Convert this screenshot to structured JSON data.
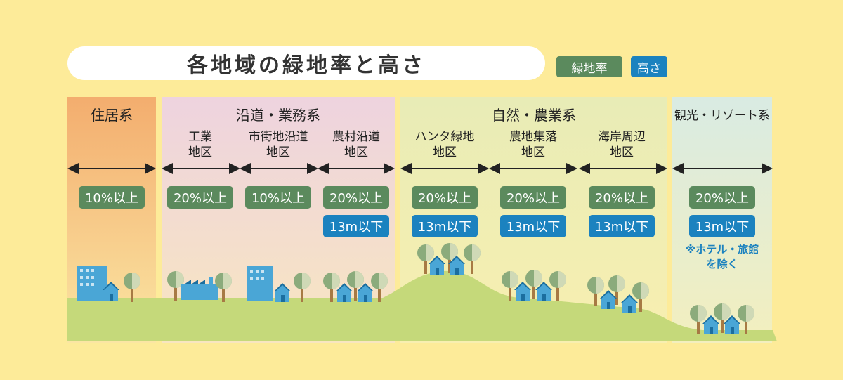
{
  "title": "各地域の緑地率と高さ",
  "legend": {
    "green_label": "緑地率",
    "blue_label": "高さ"
  },
  "groups": {
    "residential": "住居系",
    "roadside": "沿道・業務系",
    "nature": "自然・農業系",
    "resort": "観光・リゾート系"
  },
  "districts": [
    {
      "name": "",
      "green_ratio": "10%以上",
      "height": ""
    },
    {
      "name_l1": "工業",
      "name_l2": "地区",
      "green_ratio": "20%以上",
      "height": ""
    },
    {
      "name_l1": "市街地沿道",
      "name_l2": "地区",
      "green_ratio": "10%以上",
      "height": ""
    },
    {
      "name_l1": "農村沿道",
      "name_l2": "地区",
      "green_ratio": "20%以上",
      "height": "13m以下"
    },
    {
      "name_l1": "ハンタ緑地",
      "name_l2": "地区",
      "green_ratio": "20%以上",
      "height": "13m以下"
    },
    {
      "name_l1": "農地集落",
      "name_l2": "地区",
      "green_ratio": "20%以上",
      "height": "13m以下"
    },
    {
      "name_l1": "海岸周辺",
      "name_l2": "地区",
      "green_ratio": "20%以上",
      "height": "13m以下"
    },
    {
      "name_l1": "",
      "name_l2": "",
      "green_ratio": "20%以上",
      "height": "13m以下"
    }
  ],
  "note_l1": "※ホテル・旅館",
  "note_l2": "を除く",
  "colors": {
    "background": "#fdeb99",
    "green_badge": "#5b8a5d",
    "blue_badge": "#1b82bf",
    "ground": "#c5d97a",
    "building": "#4aa6d6",
    "tree": "#8bab7c"
  }
}
